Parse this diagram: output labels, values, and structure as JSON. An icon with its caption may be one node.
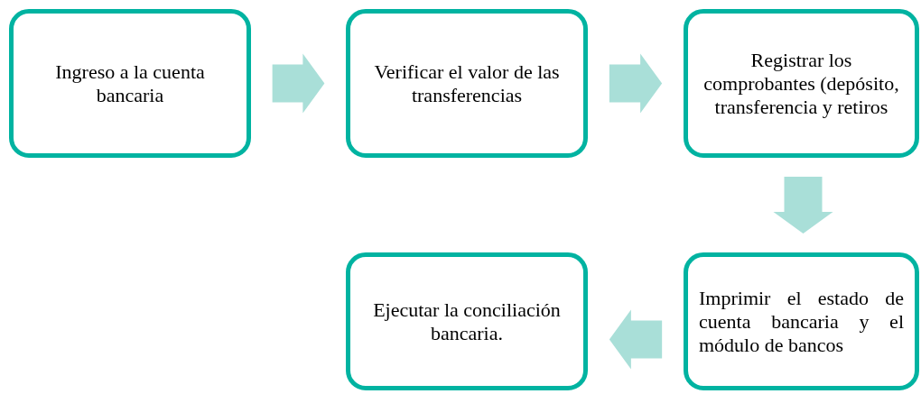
{
  "diagram": {
    "nodes": [
      {
        "text": [
          "Ingreso a la cuenta bancaria"
        ]
      },
      {
        "text": [
          "Verificar el valor de las transferencias"
        ]
      },
      {
        "text": [
          "Registrar los comprobantes (depósito, transferencia y retiros"
        ]
      },
      {
        "text": [
          "Imprimir el estado de cuenta bancaria y el módulo de bancos"
        ]
      },
      {
        "text": [
          "Ejecutar la conciliación bancaria."
        ]
      }
    ],
    "edges": [
      {
        "from": 0,
        "to": 1,
        "arrow": "to"
      },
      {
        "from": 1,
        "to": 2,
        "arrow": "to"
      },
      {
        "from": 2,
        "to": 3,
        "arrow": "to"
      },
      {
        "from": 3,
        "to": 4,
        "arrow": "to"
      }
    ]
  }
}
